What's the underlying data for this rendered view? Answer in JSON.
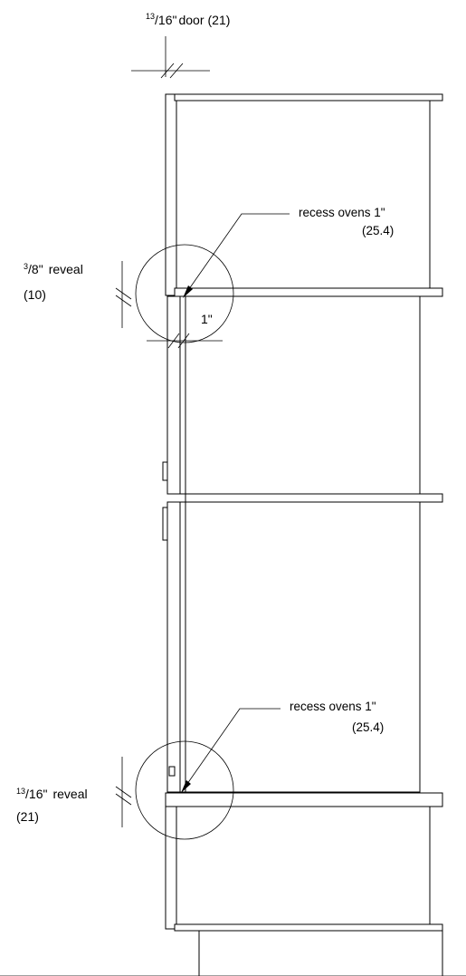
{
  "annotations": {
    "door_top": {
      "fraction_num": "13",
      "fraction_den": "/16",
      "unit": "\"",
      "word": "door",
      "metric": "(21)"
    },
    "upper_reveal": {
      "fraction_num": "3",
      "fraction_den": "/8",
      "unit": "\"",
      "word": "reveal",
      "metric": "(10)"
    },
    "upper_recess": {
      "line1": "recess ovens 1\"",
      "line2": "(25.4)"
    },
    "gap_dim": {
      "label": "1\""
    },
    "lower_recess": {
      "line1": "recess ovens 1\"",
      "line2": "(25.4)"
    },
    "lower_reveal": {
      "fraction_num": "13",
      "fraction_den": "/16",
      "unit": "\"",
      "word": "reveal",
      "metric": "(21)"
    }
  }
}
